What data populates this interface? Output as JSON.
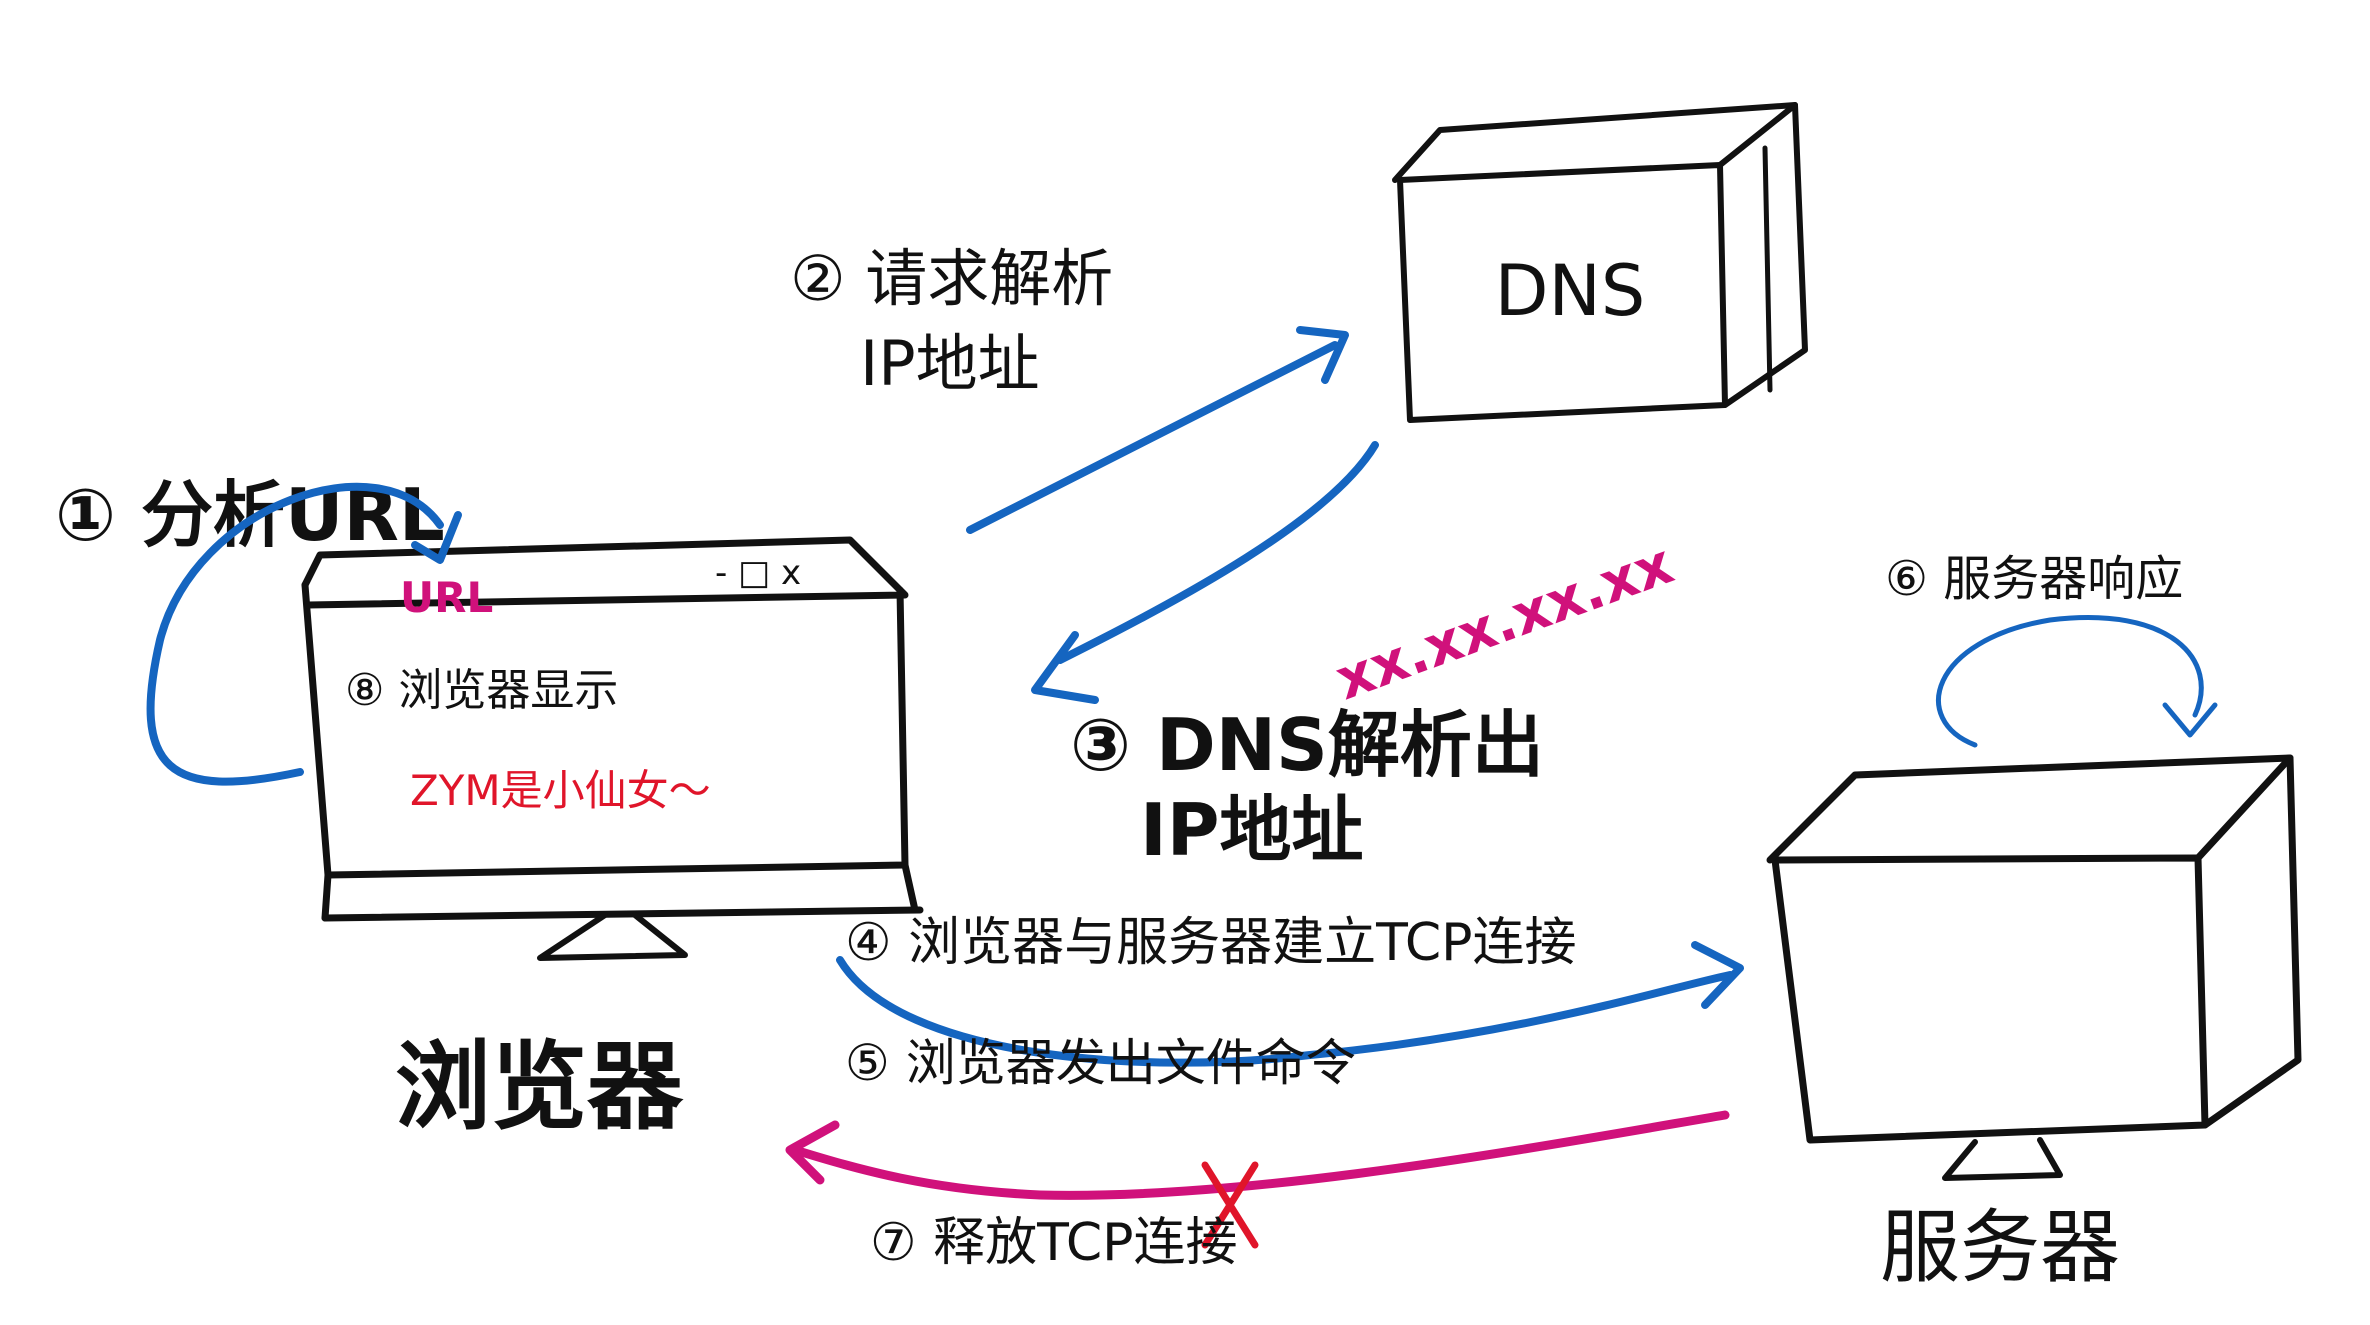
{
  "colors": {
    "ink": "#111111",
    "blue": "#1565c0",
    "magenta": "#d0117b",
    "red": "#e0152a"
  },
  "nodes": {
    "dns_box_label": "DNS",
    "browser_title": "浏览器",
    "server_title": "服务器"
  },
  "browser_window": {
    "url_label": "URL",
    "window_controls": "- □ x",
    "display_step": "⑧ 浏览器显示",
    "display_message": "ZYM是小仙女～"
  },
  "steps": {
    "step1": "① 分析URL",
    "step2_line1": "② 请求解析",
    "step2_line2": "IP地址",
    "step3_line1": "③ DNS解析出",
    "step3_line2": "IP地址",
    "step3_ip": "xx.xx.xx.xx",
    "step4": "④ 浏览器与服务器建立TCP连接",
    "step5": "⑤ 浏览器发出文件命令",
    "step6": "⑥ 服务器响应",
    "step7": "⑦ 释放TCP连接"
  }
}
